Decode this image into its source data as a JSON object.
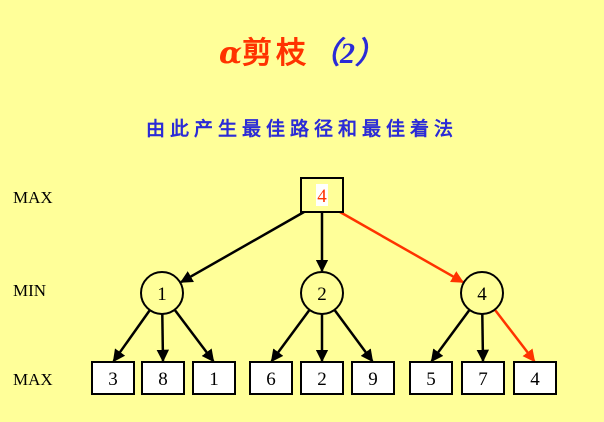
{
  "title": {
    "symbol": "α",
    "name": "剪枝",
    "number": "（2）"
  },
  "subtitle": "由此产生最佳路径和最佳着法",
  "levels": [
    "MAX",
    "MIN",
    "MAX"
  ],
  "tree": {
    "root": {
      "value": "4",
      "highlight": true
    },
    "min_nodes": [
      "1",
      "2",
      "4"
    ],
    "leaves": [
      [
        "3",
        "8",
        "1"
      ],
      [
        "6",
        "2",
        "9"
      ],
      [
        "5",
        "7",
        "4"
      ]
    ],
    "best_path": {
      "min_index": 2,
      "leaf_index": 2
    }
  },
  "colors": {
    "background": "#FFFF99",
    "accent": "#FF3300",
    "subtitle": "#2B2BD6",
    "line": "#000000"
  }
}
